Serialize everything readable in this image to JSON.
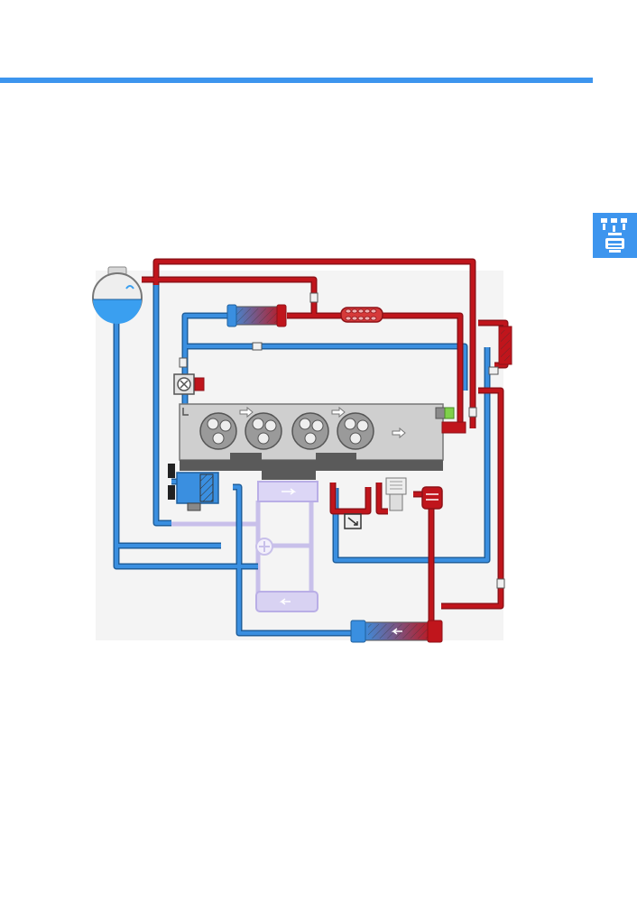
{
  "page": {
    "accent_color": "#3d95ee",
    "chapter_icon": "engine-cooling-icon"
  },
  "diagram": {
    "type": "engine-cooling-circuit",
    "colors": {
      "hot": "#c0151c",
      "hot_dark": "#8e1117",
      "cold": "#3a8fe0",
      "cold_dark": "#1f5f9c",
      "engine": "#c9c9c9",
      "engine_dark": "#5a5a5a",
      "inactive": "#c8c0ea",
      "coolant_fluid": "#3a9ff0",
      "thermostat_green": "#7fd14a"
    },
    "components": [
      {
        "id": "expansion-tank",
        "icon": "expansion-tank-icon"
      },
      {
        "id": "heater-core",
        "icon": "heat-exchanger-icon"
      },
      {
        "id": "oil-cooler",
        "icon": "heat-exchanger-icon"
      },
      {
        "id": "egr-cooler",
        "icon": "heat-exchanger-icon"
      },
      {
        "id": "auxiliary-pump",
        "icon": "pump-icon"
      },
      {
        "id": "coolant-pump",
        "icon": "pump-icon"
      },
      {
        "id": "main-radiator",
        "icon": "radiator-icon"
      },
      {
        "id": "engine-block",
        "icon": "engine-block-icon"
      },
      {
        "id": "thermostat",
        "icon": "thermostat-icon"
      },
      {
        "id": "temperature-sensor",
        "icon": "sensor-icon"
      },
      {
        "id": "check-valve",
        "icon": "valve-icon"
      }
    ]
  }
}
